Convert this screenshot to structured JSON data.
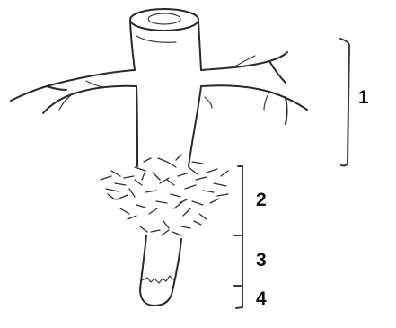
{
  "diagram": {
    "zones": [
      {
        "id": "zone-1",
        "label": "1"
      },
      {
        "id": "zone-2",
        "label": "2"
      },
      {
        "id": "zone-3",
        "label": "3"
      },
      {
        "id": "zone-4",
        "label": "4"
      }
    ]
  }
}
